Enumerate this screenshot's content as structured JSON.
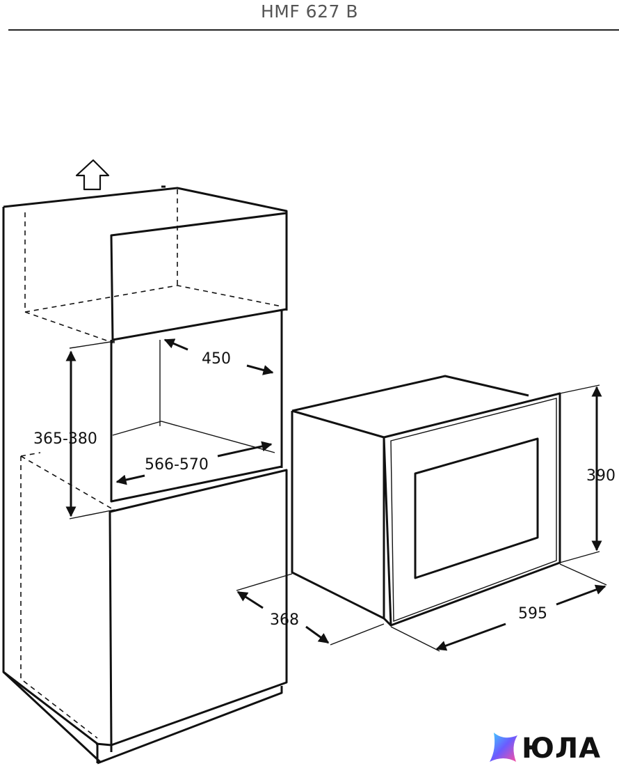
{
  "header": {
    "model": "HMF 627 B"
  },
  "dimensions": {
    "niche_depth": "450",
    "niche_height": "365-380",
    "niche_width": "566-570",
    "unit_height": "390",
    "unit_depth": "368",
    "unit_width": "595"
  },
  "logo": {
    "text": "ЮЛА"
  }
}
